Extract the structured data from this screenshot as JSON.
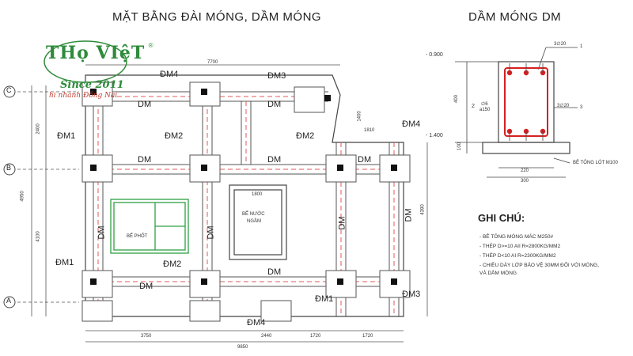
{
  "titles": {
    "plan": "MẶT BẰNG ĐÀI MÓNG, DẦM MÓNG",
    "section": "DẦM MÓNG DM"
  },
  "logo": {
    "brand": "THọ VIệT",
    "reg": "®",
    "since": "Since 2011",
    "branch": "hi nhánh Đồng Nai"
  },
  "beam_labels": {
    "dm": "DM",
    "dm1": "ĐM1",
    "dm2": "ĐM2",
    "dm3": "ĐM3",
    "dm4": "ĐM4"
  },
  "plan_text": {
    "septic": "BỂ PHỐT",
    "tank_line1": "BỂ NƯỚC",
    "tank_line2": "NGẦM",
    "axis_c": "C",
    "axis_b": "B",
    "axis_a": "A",
    "dim_top": "7700",
    "dim_bottom_1": "3750",
    "dim_bottom_2": "2440",
    "dim_bottom_3": "1720",
    "dim_bottom_4": "1720",
    "dim_total": "9850",
    "dim_left": "4950",
    "dim_left_1": "2400",
    "dim_left_2": "4100",
    "dim_right": "4390",
    "dim_tank": "1800",
    "dim_mid": "1400",
    "dim_mid2": "1810"
  },
  "section": {
    "level_top": "- 0.900",
    "level_bottom": "- 1.400",
    "bar_top": "3∅20",
    "bar_bottom": "3∅20",
    "stirrup_1": "∅6",
    "stirrup_2": "a150",
    "mark_1": "1",
    "mark_2": "2",
    "mark_3": "3",
    "concrete": "BÊ TÔNG LÓT M100",
    "dim_h1": "400",
    "dim_h2": "100",
    "dim_w": "220",
    "dim_w2": "300"
  },
  "notes": {
    "title": "GHI CHÚ:",
    "items": [
      "- BÊ TÔNG MÓNG MÁC M250#",
      "- THÉP D>=10 AII R=2800KG/MM2",
      "- THÉP D<10 AI R=2300KG/MM2",
      "- CHIỀU DÀY LỚP BẢO VỆ 30MM ĐỐI VỚI MÓNG,",
      "  VÀ DẦM MÓNG"
    ]
  },
  "colors": {
    "line": "#333333",
    "red_dash": "#e05a5a",
    "green": "#2ea043",
    "logo_green": "#2e8b3a",
    "rebar_red": "#d62020"
  }
}
